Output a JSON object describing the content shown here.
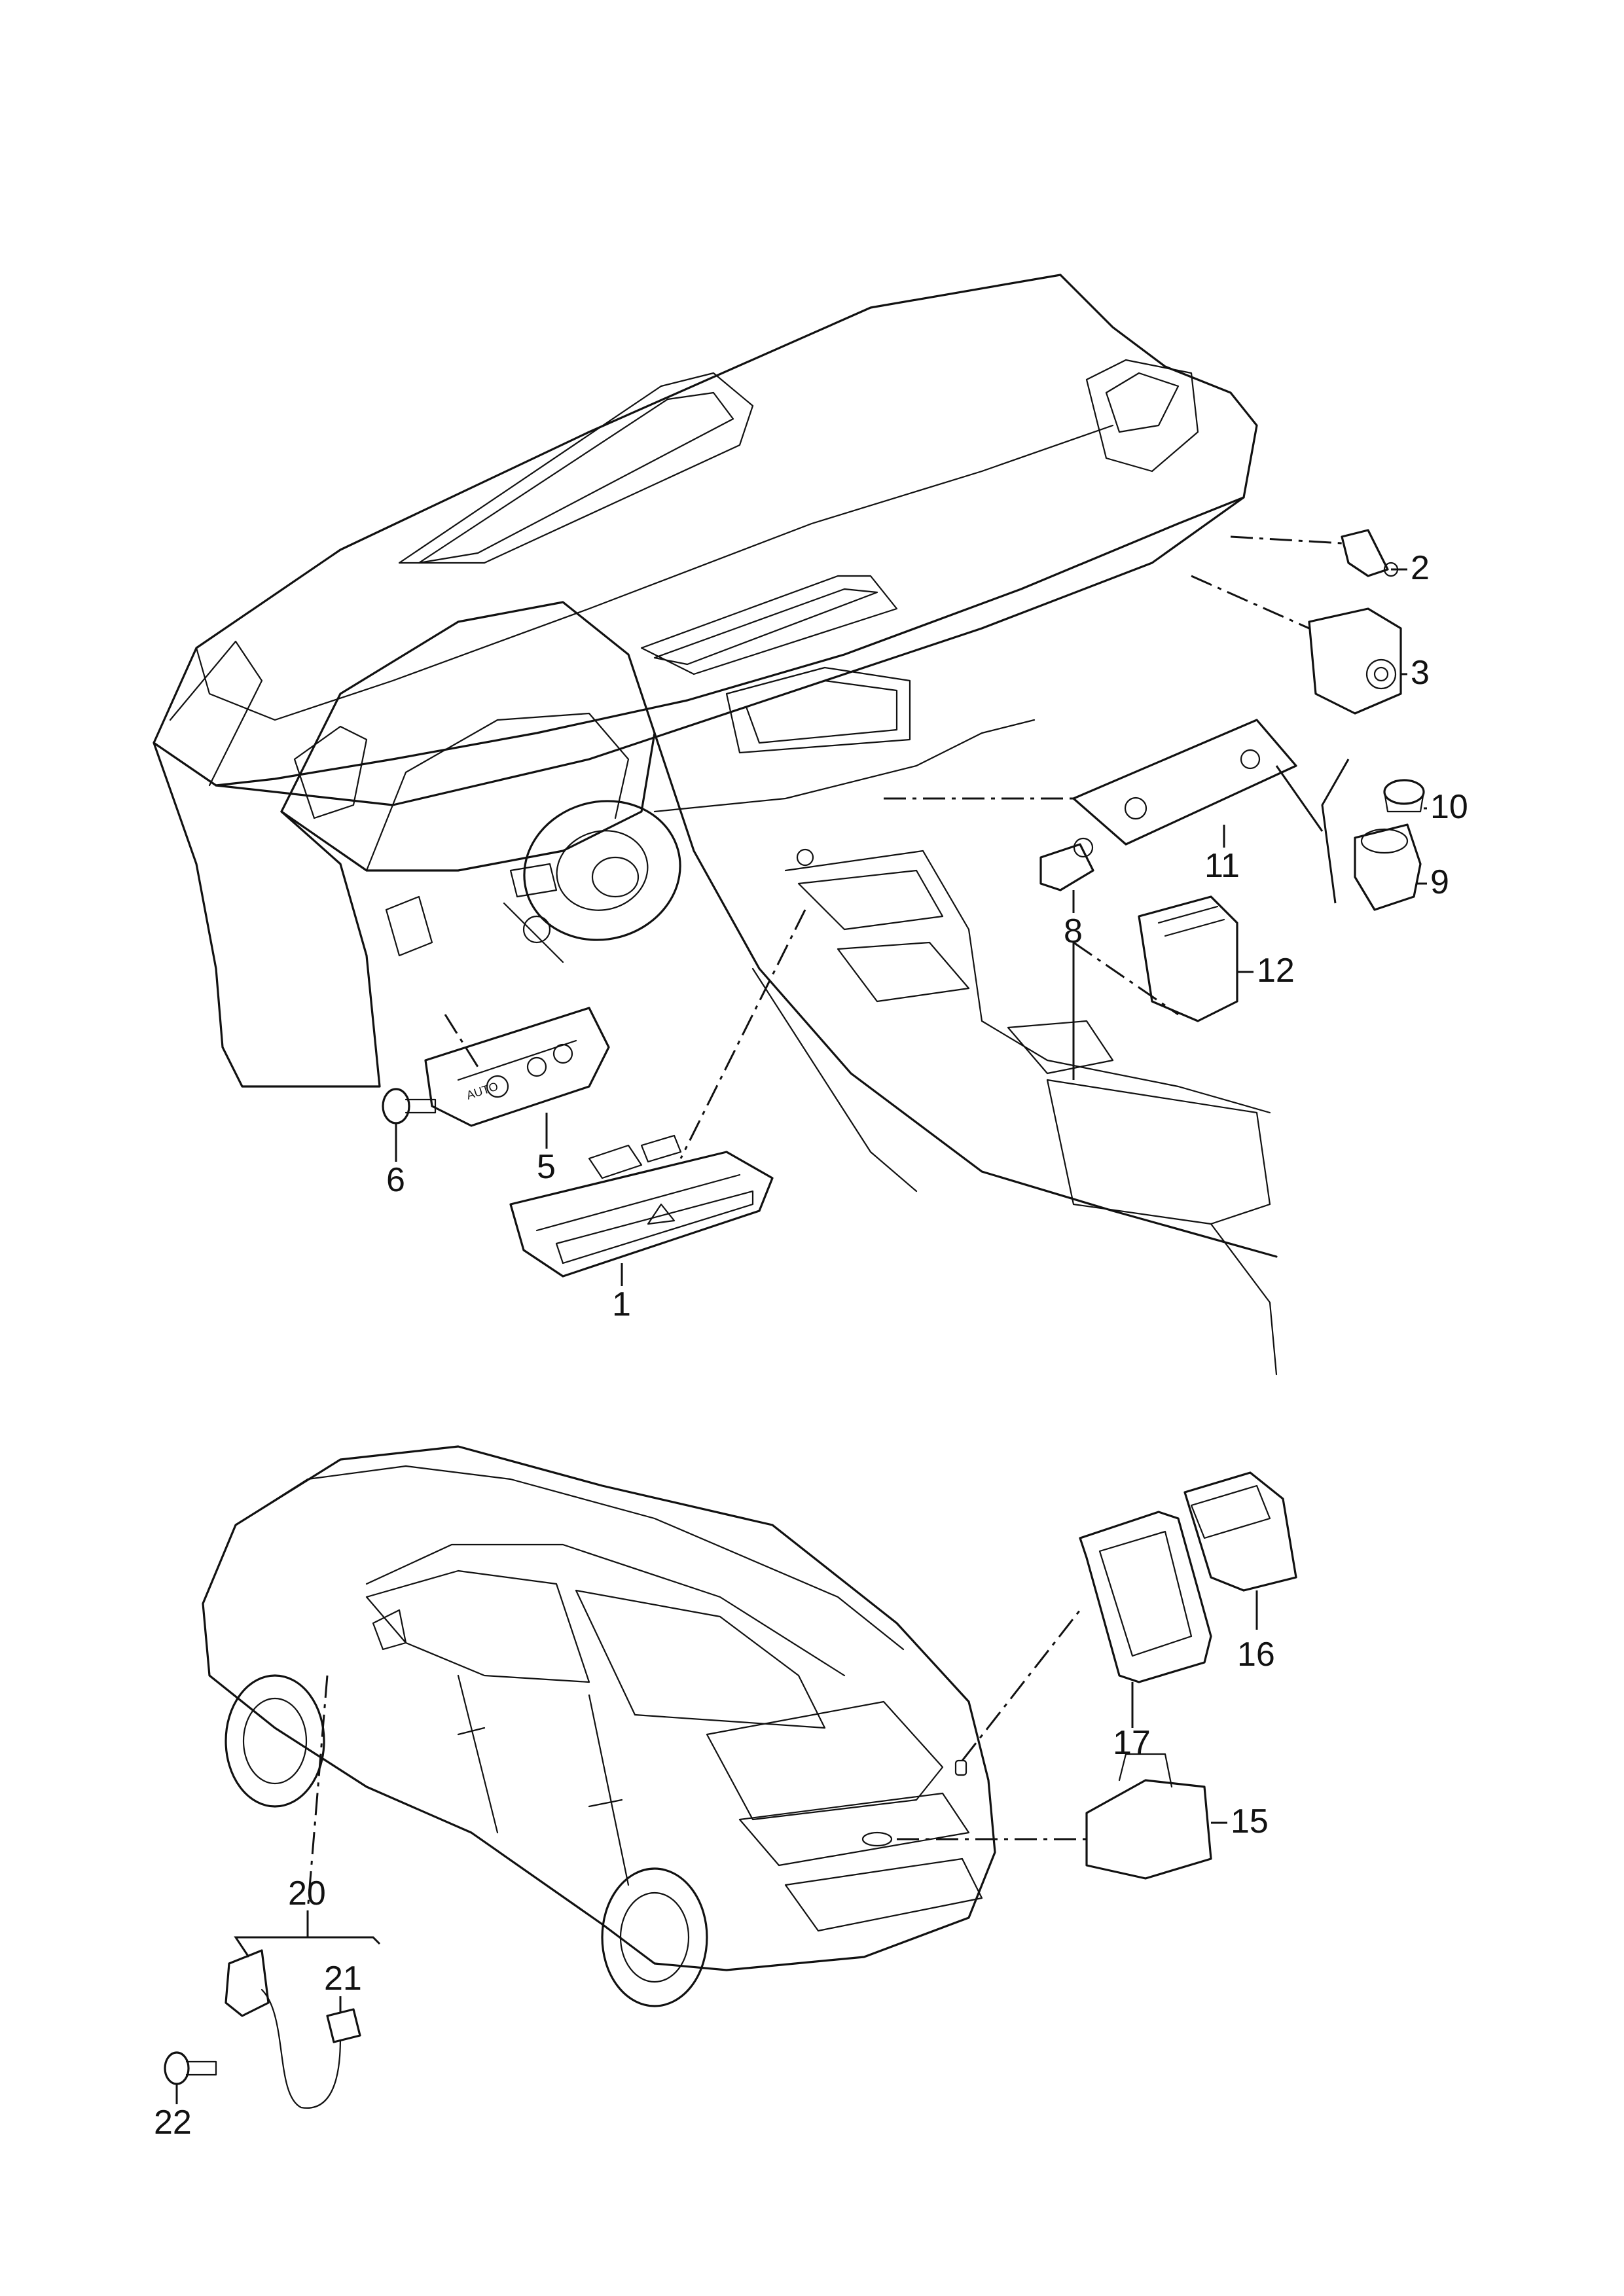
{
  "callouts": [
    {
      "id": "1",
      "label": "1"
    },
    {
      "id": "2",
      "label": "2"
    },
    {
      "id": "3",
      "label": "3"
    },
    {
      "id": "5",
      "label": "5"
    },
    {
      "id": "6",
      "label": "6"
    },
    {
      "id": "8",
      "label": "8"
    },
    {
      "id": "9",
      "label": "9"
    },
    {
      "id": "10",
      "label": "10"
    },
    {
      "id": "11",
      "label": "11"
    },
    {
      "id": "12",
      "label": "12"
    },
    {
      "id": "15",
      "label": "15"
    },
    {
      "id": "16",
      "label": "16"
    },
    {
      "id": "17",
      "label": "17"
    },
    {
      "id": "20",
      "label": "20"
    },
    {
      "id": "21",
      "label": "21"
    },
    {
      "id": "22",
      "label": "22"
    }
  ],
  "switch_text": {
    "auto": "AUTO"
  }
}
